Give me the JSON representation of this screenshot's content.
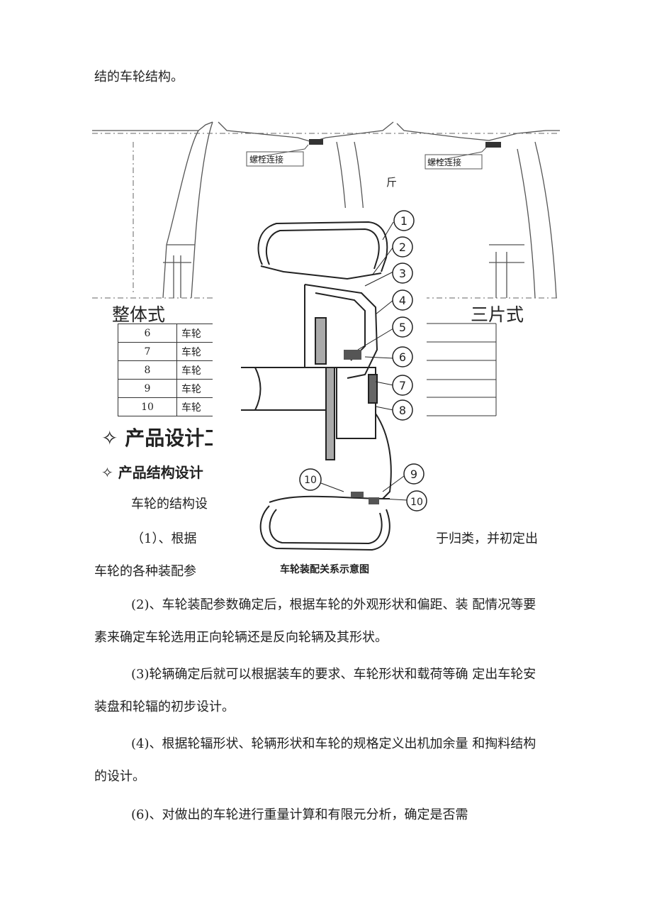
{
  "intro_line": "结的车轮结构。",
  "figure_top": {
    "bolt_label_center": "螺栓连接",
    "bolt_label_right": "螺栓连接",
    "mid_glyph": "斤",
    "label_left": "整体式",
    "label_right": "三片式"
  },
  "parts_table": {
    "rows": [
      {
        "num": "6",
        "name": "车轮"
      },
      {
        "num": "7",
        "name": "车轮"
      },
      {
        "num": "8",
        "name": "车轮"
      },
      {
        "num": "9",
        "name": "车轮"
      },
      {
        "num": "10",
        "name": "车轮"
      }
    ]
  },
  "assembly_figure": {
    "caption": "车轮装配关系示意图",
    "callouts": [
      "1",
      "2",
      "3",
      "4",
      "5",
      "6",
      "7",
      "8",
      "9",
      "10"
    ],
    "left_callout": "10"
  },
  "section_heading": "✧ 产品设计工",
  "sub_heading": "✧  产品结构设计",
  "para_partial_1": "车轮的结构设",
  "para_partial_2a": "（1）、根据",
  "para_partial_2b": "于归类，并初定出",
  "para_partial_3": "车轮的各种装配参",
  "paragraphs": [
    {
      "line1": "(2)、车轮装配参数确定后，根据车轮的外观形状和偏距、装 配情况等要",
      "line2": "素来确定车轮选用正向轮辆还是反向轮辆及其形状。"
    },
    {
      "line1": "(3)轮辆确定后就可以根据装车的要求、车轮形状和载荷等确 定出车轮安",
      "line2": "装盘和轮辐的初步设计。"
    },
    {
      "line1": "(4)、根据轮辐形状、轮辆形状和车轮的规格定义出机加余量 和掏料结构",
      "line2": "的设计。"
    },
    {
      "line1": "(6)、对做出的车轮进行重量计算和有限元分析，确定是否需",
      "line2": ""
    }
  ]
}
